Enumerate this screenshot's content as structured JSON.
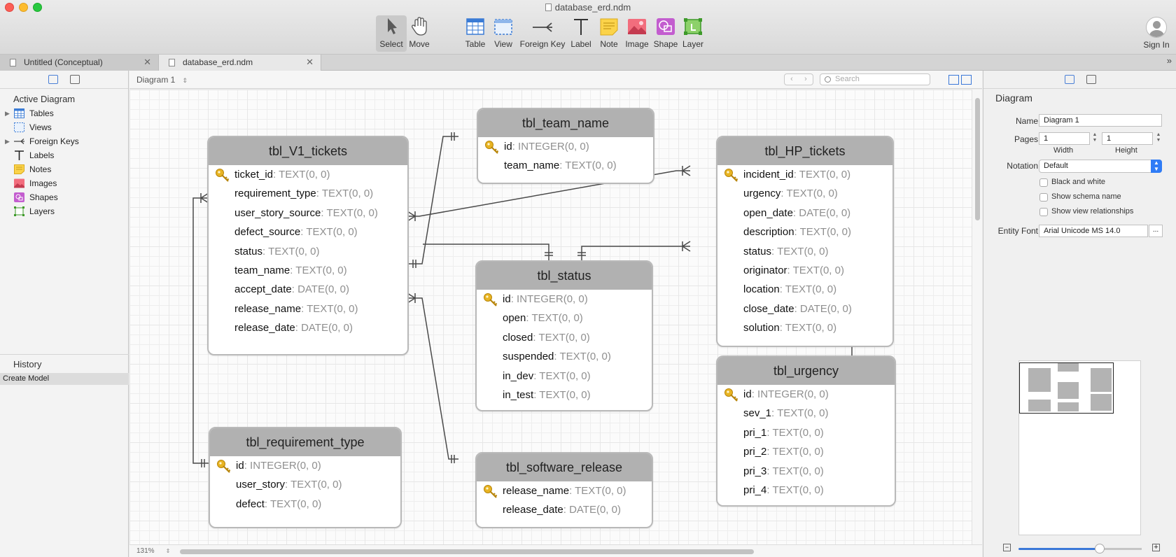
{
  "window": {
    "title": "database_erd.ndm"
  },
  "toolbar": {
    "tools": [
      {
        "label": "Select",
        "icon": "pointer-arrow-icon",
        "active": true
      },
      {
        "label": "Move",
        "icon": "hand-icon",
        "active": false
      },
      {
        "label": "Table",
        "icon": "table-icon",
        "active": false
      },
      {
        "label": "View",
        "icon": "view-icon",
        "active": false
      },
      {
        "label": "Foreign Key",
        "icon": "foreign-key-icon",
        "active": false
      },
      {
        "label": "Label",
        "icon": "label-icon",
        "active": false
      },
      {
        "label": "Note",
        "icon": "note-icon",
        "active": false
      },
      {
        "label": "Image",
        "icon": "image-icon",
        "active": false
      },
      {
        "label": "Shape",
        "icon": "shape-icon",
        "active": false
      },
      {
        "label": "Layer",
        "icon": "layer-icon",
        "active": false
      }
    ],
    "sign_in": "Sign In"
  },
  "tabs": [
    {
      "label": "Untitled (Conceptual)",
      "active": false
    },
    {
      "label": "database_erd.ndm",
      "active": true
    }
  ],
  "left_panel": {
    "section": "Active Diagram",
    "items": [
      {
        "label": "Tables",
        "icon": "table-icon",
        "expandable": true
      },
      {
        "label": "Views",
        "icon": "view-icon",
        "expandable": false
      },
      {
        "label": "Foreign Keys",
        "icon": "foreign-key-icon",
        "expandable": true
      },
      {
        "label": "Labels",
        "icon": "label-icon",
        "expandable": false
      },
      {
        "label": "Notes",
        "icon": "note-icon",
        "expandable": false
      },
      {
        "label": "Images",
        "icon": "image-icon",
        "expandable": false
      },
      {
        "label": "Shapes",
        "icon": "shape-icon",
        "expandable": false
      },
      {
        "label": "Layers",
        "icon": "layer-icon",
        "expandable": false
      }
    ],
    "history_title": "History",
    "history_items": [
      "Create Model"
    ]
  },
  "canvas_header": {
    "diagram": "Diagram 1",
    "search_placeholder": "Search"
  },
  "canvas_footer": {
    "zoom": "131%"
  },
  "entities": [
    {
      "name": "tbl_V1_tickets",
      "fields": [
        {
          "name": "ticket_id",
          "type": "TEXT(0, 0)",
          "pk": true
        },
        {
          "name": "requirement_type",
          "type": "TEXT(0, 0)",
          "pk": false
        },
        {
          "name": "user_story_source",
          "type": "TEXT(0, 0)",
          "pk": false
        },
        {
          "name": "defect_source",
          "type": "TEXT(0, 0)",
          "pk": false
        },
        {
          "name": "status",
          "type": "TEXT(0, 0)",
          "pk": false
        },
        {
          "name": "team_name",
          "type": "TEXT(0, 0)",
          "pk": false
        },
        {
          "name": "accept_date",
          "type": "DATE(0, 0)",
          "pk": false
        },
        {
          "name": "release_name",
          "type": "TEXT(0, 0)",
          "pk": false
        },
        {
          "name": "release_date",
          "type": "DATE(0, 0)",
          "pk": false
        }
      ]
    },
    {
      "name": "tbl_team_name",
      "fields": [
        {
          "name": "id",
          "type": "INTEGER(0, 0)",
          "pk": true
        },
        {
          "name": "team_name",
          "type": "TEXT(0, 0)",
          "pk": false
        }
      ]
    },
    {
      "name": "tbl_HP_tickets",
      "fields": [
        {
          "name": "incident_id",
          "type": "TEXT(0, 0)",
          "pk": true
        },
        {
          "name": "urgency",
          "type": "TEXT(0, 0)",
          "pk": false
        },
        {
          "name": "open_date",
          "type": "DATE(0, 0)",
          "pk": false
        },
        {
          "name": "description",
          "type": "TEXT(0, 0)",
          "pk": false
        },
        {
          "name": "status",
          "type": "TEXT(0, 0)",
          "pk": false
        },
        {
          "name": "originator",
          "type": "TEXT(0, 0)",
          "pk": false
        },
        {
          "name": "location",
          "type": "TEXT(0, 0)",
          "pk": false
        },
        {
          "name": "close_date",
          "type": "DATE(0, 0)",
          "pk": false
        },
        {
          "name": "solution",
          "type": "TEXT(0, 0)",
          "pk": false
        }
      ]
    },
    {
      "name": "tbl_status",
      "fields": [
        {
          "name": "id",
          "type": "INTEGER(0, 0)",
          "pk": true
        },
        {
          "name": "open",
          "type": "TEXT(0, 0)",
          "pk": false
        },
        {
          "name": "closed",
          "type": "TEXT(0, 0)",
          "pk": false
        },
        {
          "name": "suspended",
          "type": "TEXT(0, 0)",
          "pk": false
        },
        {
          "name": "in_dev",
          "type": "TEXT(0, 0)",
          "pk": false
        },
        {
          "name": "in_test",
          "type": "TEXT(0, 0)",
          "pk": false
        }
      ]
    },
    {
      "name": "tbl_urgency",
      "fields": [
        {
          "name": "id",
          "type": "INTEGER(0, 0)",
          "pk": true
        },
        {
          "name": "sev_1",
          "type": "TEXT(0, 0)",
          "pk": false
        },
        {
          "name": "pri_1",
          "type": "TEXT(0, 0)",
          "pk": false
        },
        {
          "name": "pri_2",
          "type": "TEXT(0, 0)",
          "pk": false
        },
        {
          "name": "pri_3",
          "type": "TEXT(0, 0)",
          "pk": false
        },
        {
          "name": "pri_4",
          "type": "TEXT(0, 0)",
          "pk": false
        }
      ]
    },
    {
      "name": "tbl_requirement_type",
      "fields": [
        {
          "name": "id",
          "type": "INTEGER(0, 0)",
          "pk": true
        },
        {
          "name": "user_story",
          "type": "TEXT(0, 0)",
          "pk": false
        },
        {
          "name": "defect",
          "type": "TEXT(0, 0)",
          "pk": false
        }
      ]
    },
    {
      "name": "tbl_software_release",
      "fields": [
        {
          "name": "release_name",
          "type": "TEXT(0, 0)",
          "pk": true
        },
        {
          "name": "release_date",
          "type": "DATE(0, 0)",
          "pk": false
        }
      ]
    }
  ],
  "properties": {
    "section": "Diagram",
    "name_label": "Name",
    "name_value": "Diagram 1",
    "pages_label": "Pages",
    "pages_width": "1",
    "pages_height": "1",
    "width_label": "Width",
    "height_label": "Height",
    "notation_label": "Notation",
    "notation_value": "Default",
    "checkboxes": [
      {
        "label": "Black and white",
        "checked": false
      },
      {
        "label": "Show schema name",
        "checked": false
      },
      {
        "label": "Show view relationships",
        "checked": false
      }
    ],
    "entity_font_label": "Entity Font",
    "entity_font_value": "Arial Unicode MS 14.0",
    "entity_font_button": "..."
  },
  "colors": {
    "entity_header": "#b1b1b1",
    "field_type": "#8f8f8f",
    "accent": "#3b78d8",
    "key_icon": "#e8b423"
  }
}
